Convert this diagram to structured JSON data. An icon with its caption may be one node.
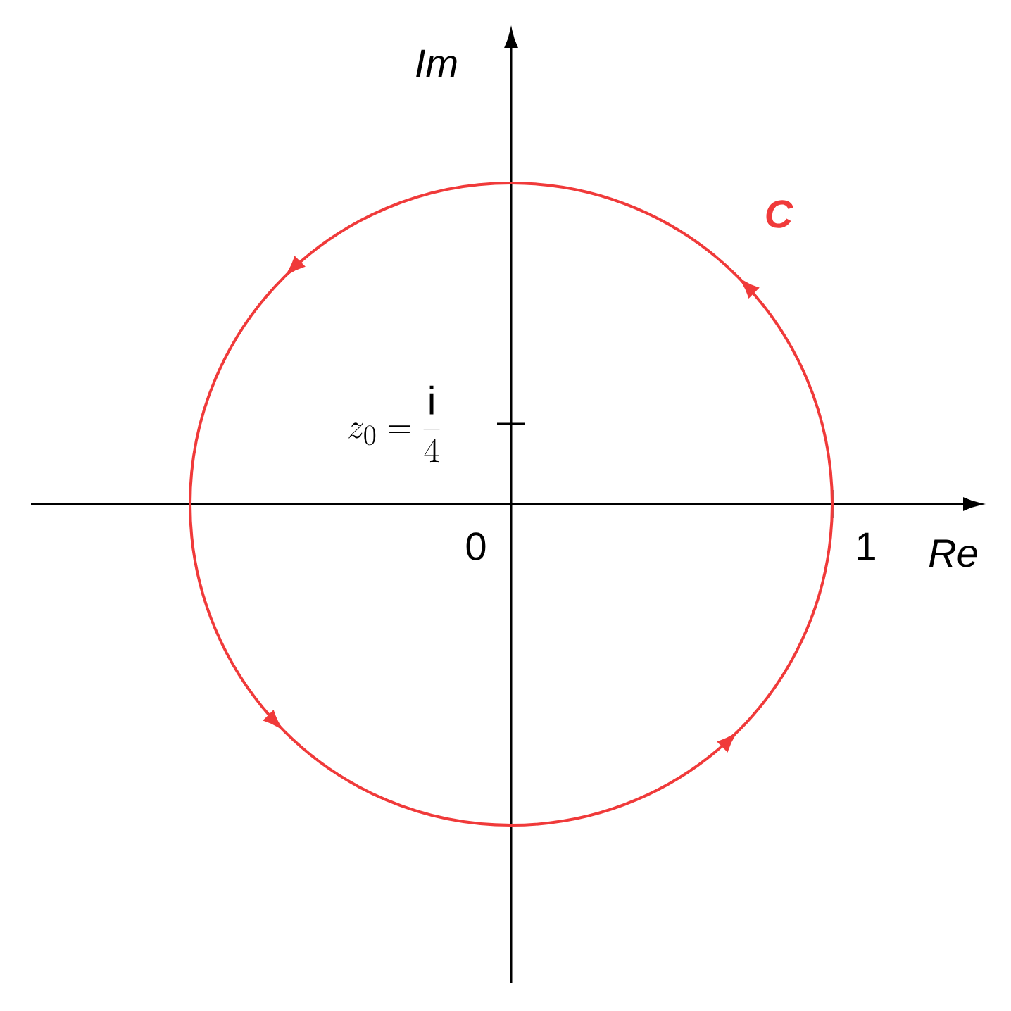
{
  "diagram": {
    "labels": [
      "Im",
      "C",
      "z_0=\\frac{\\mathrm{i}}{4}",
      "0",
      "1",
      "Re"
    ]
  }
}
